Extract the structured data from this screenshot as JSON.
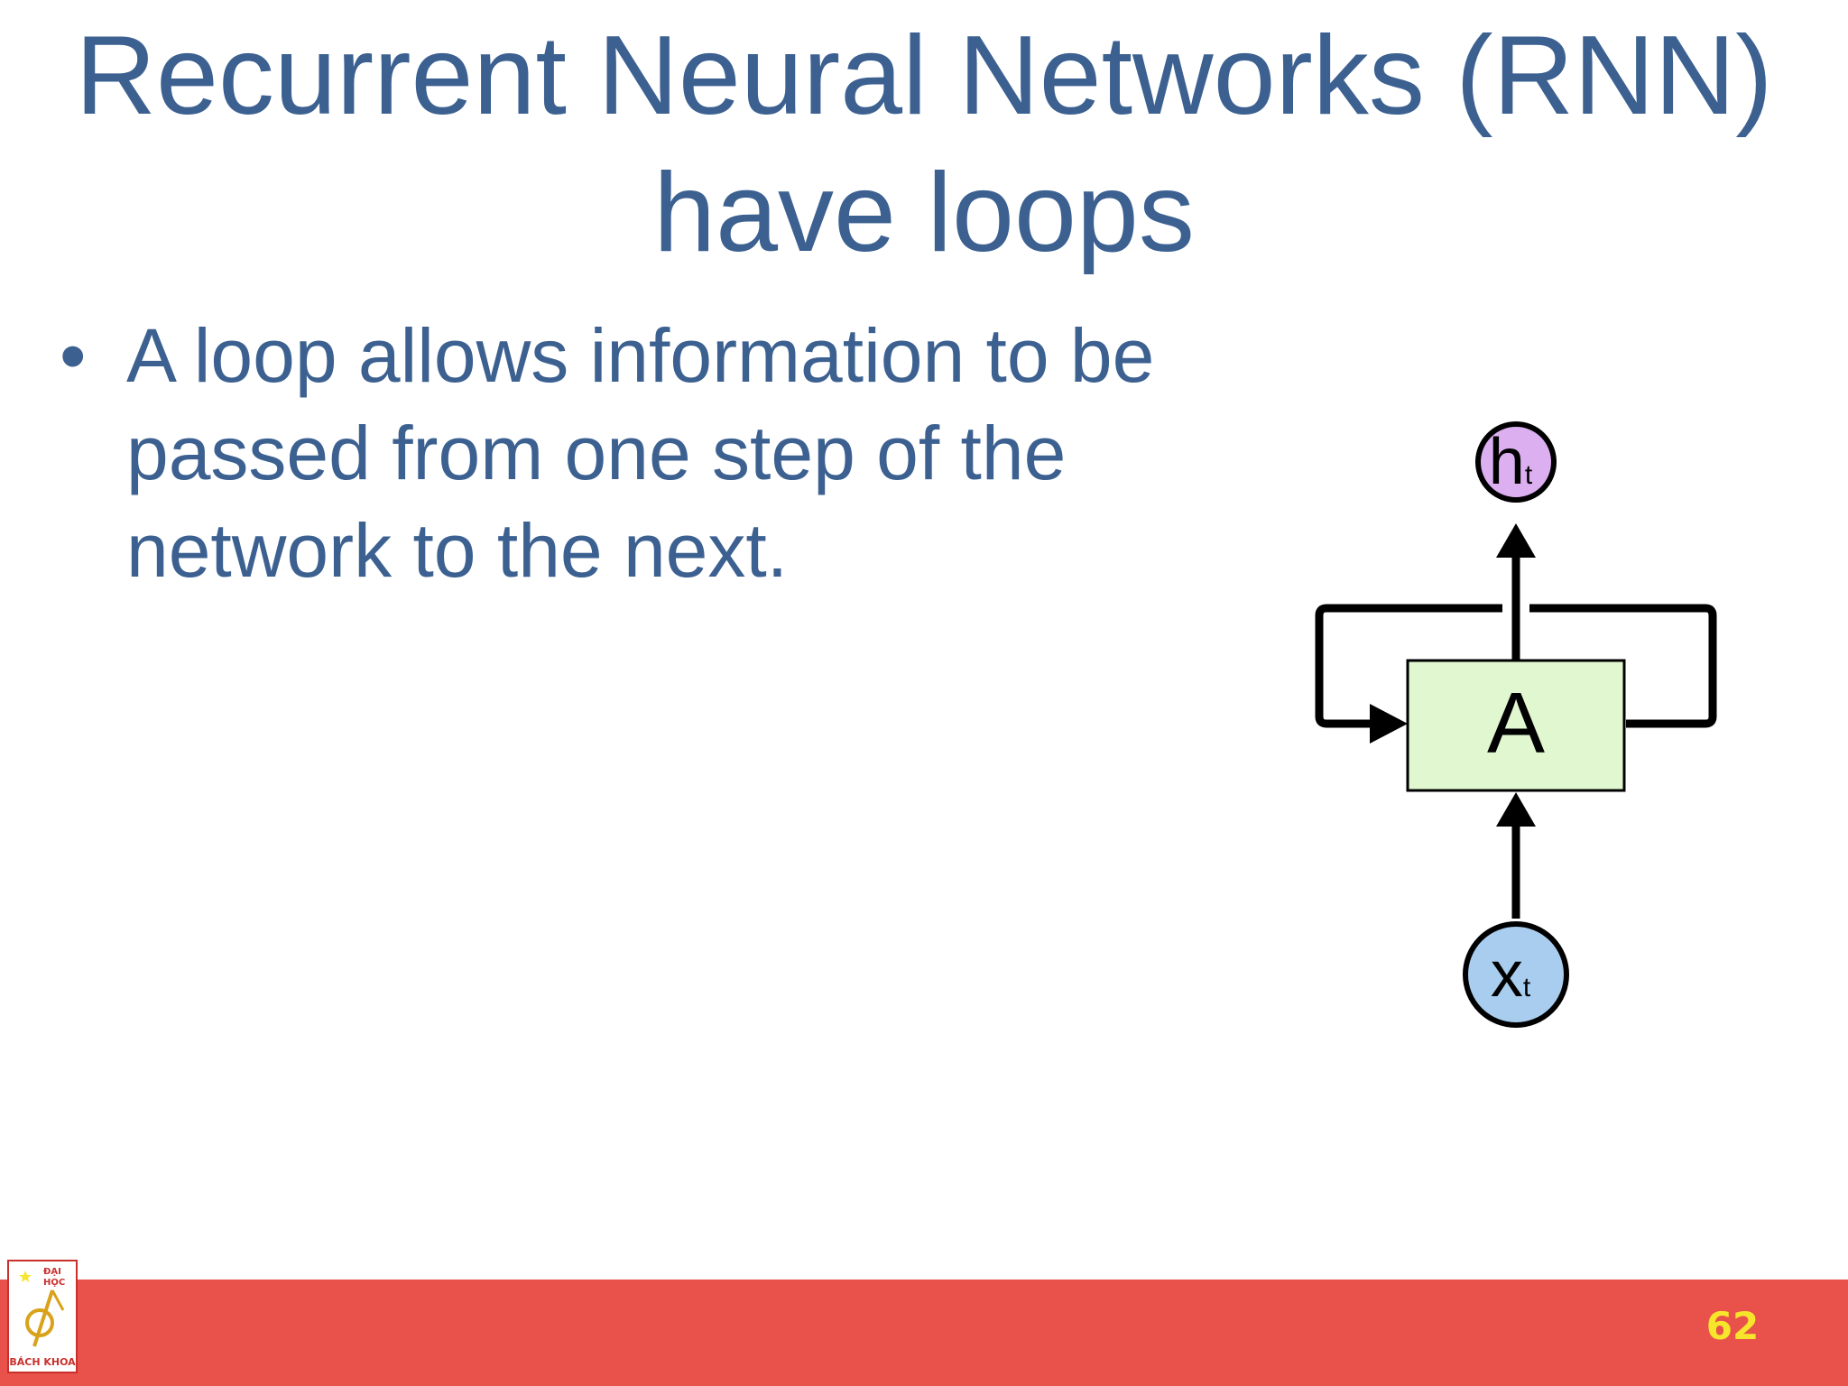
{
  "title": {
    "line1": "Recurrent Neural Networks (RNN)",
    "line2": "have loops"
  },
  "bullets": [
    {
      "symbol": "•",
      "text": "A loop allows information to be passed from one step of the network to the next."
    }
  ],
  "diagram": {
    "output_node": {
      "main": "h",
      "sub": "t",
      "color": "#dcaff0"
    },
    "cell": {
      "label": "A",
      "color": "#e0f7d0"
    },
    "input_node": {
      "main": "x",
      "sub": "t",
      "color": "#a8cdee"
    }
  },
  "footer": {
    "page_number": "62",
    "bar_color": "#e8524a",
    "number_color": "#f7e52c"
  },
  "logo": {
    "top_text": "ĐẠI HỌC",
    "bottom_text": "BÁCH KHOA"
  }
}
